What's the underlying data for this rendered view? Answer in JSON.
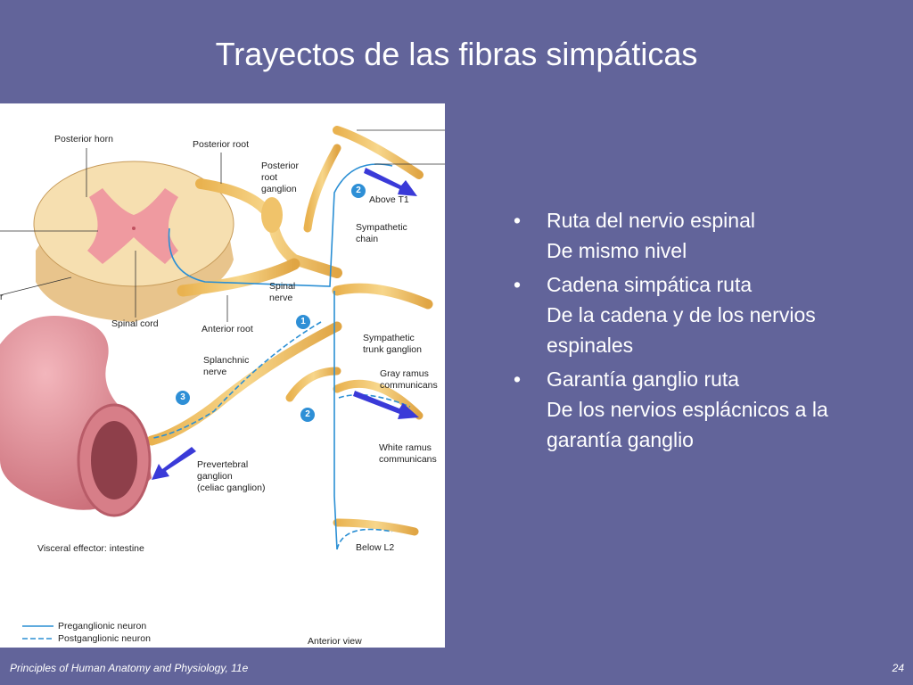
{
  "slide": {
    "title": "Trayectos de las fibras simpáticas",
    "footer_left": "Principles of Human Anatomy and Physiology, 11e",
    "page_number": "24"
  },
  "bullets": [
    {
      "line1": "Ruta del nervio espinal",
      "line2": "De mismo nivel"
    },
    {
      "line1": "Cadena simpática ruta",
      "line2": "De la cadena y de los nervios espinales"
    },
    {
      "line1": "Garantía ganglio ruta",
      "line2": "De los nervios esplácnicos a la garantía ganglio"
    }
  ],
  "figure": {
    "labels": {
      "posterior_horn": "Posterior horn",
      "posterior_root": "Posterior root",
      "posterior_root_ganglion": "Posterior\nroot\nganglion",
      "above_t1": "Above T1",
      "sympathetic_chain": "Sympathetic\nchain",
      "spinal_nerve": "Spinal\nnerve",
      "spinal_cord": "Spinal cord",
      "anterior_root": "Anterior root",
      "sympathetic_trunk_ganglion": "Sympathetic\ntrunk ganglion",
      "splanchnic_nerve": "Splanchnic\nnerve",
      "gray_ramus": "Gray ramus\ncommunicans",
      "white_ramus": "White ramus\ncommunicans",
      "prevertebral_ganglion": "Prevertebral\nganglion\n(celiac ganglion)",
      "visceral_effector": "Visceral effector: intestine",
      "below_l2": "Below L2",
      "preganglionic": "Preganglionic neuron",
      "postganglionic": "Postganglionic neuron",
      "anterior_view": "Anterior view",
      "r_partial": "r"
    },
    "step_markers": [
      "1",
      "2",
      "2",
      "3"
    ],
    "colors": {
      "nerve": "#f0c36a",
      "gray_matter": "#ef9aa0",
      "white_matter": "#f6dfb0",
      "intestine": "#e48f98",
      "neuron": "#2b8fd4",
      "arrow": "#3a3ad8"
    }
  }
}
